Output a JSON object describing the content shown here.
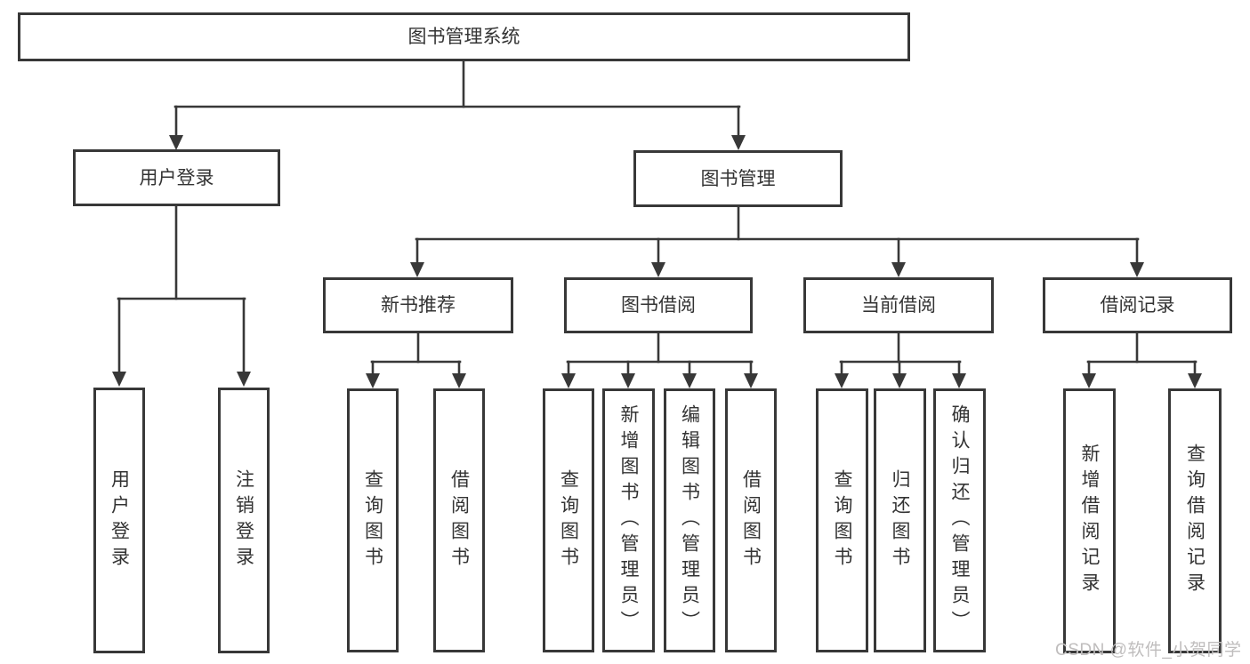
{
  "diagram": {
    "root": {
      "label": "图书管理系统"
    },
    "level2": [
      {
        "label": "用户登录"
      },
      {
        "label": "图书管理"
      }
    ],
    "level3": [
      {
        "label": "新书推荐"
      },
      {
        "label": "图书借阅"
      },
      {
        "label": "当前借阅"
      },
      {
        "label": "借阅记录"
      }
    ],
    "leaves": {
      "user": [
        {
          "label": "用户登录"
        },
        {
          "label": "注销登录"
        }
      ],
      "recommend": [
        {
          "label": "查询图书"
        },
        {
          "label": "借阅图书"
        }
      ],
      "borrow": [
        {
          "label": "查询图书"
        },
        {
          "label": "新增图书（管理员）"
        },
        {
          "label": "编辑图书（管理员）"
        },
        {
          "label": "借阅图书"
        }
      ],
      "current": [
        {
          "label": "查询图书"
        },
        {
          "label": "归还图书"
        },
        {
          "label": "确认归还（管理员）"
        }
      ],
      "records": [
        {
          "label": "新增借阅记录"
        },
        {
          "label": "查询借阅记录"
        }
      ]
    },
    "colors": {
      "line": "#383838",
      "text": "#333333",
      "watermark": "#bfbdbd",
      "background": "#ffffff"
    }
  },
  "watermark": {
    "text": "CSDN @软件_小贺同学"
  }
}
